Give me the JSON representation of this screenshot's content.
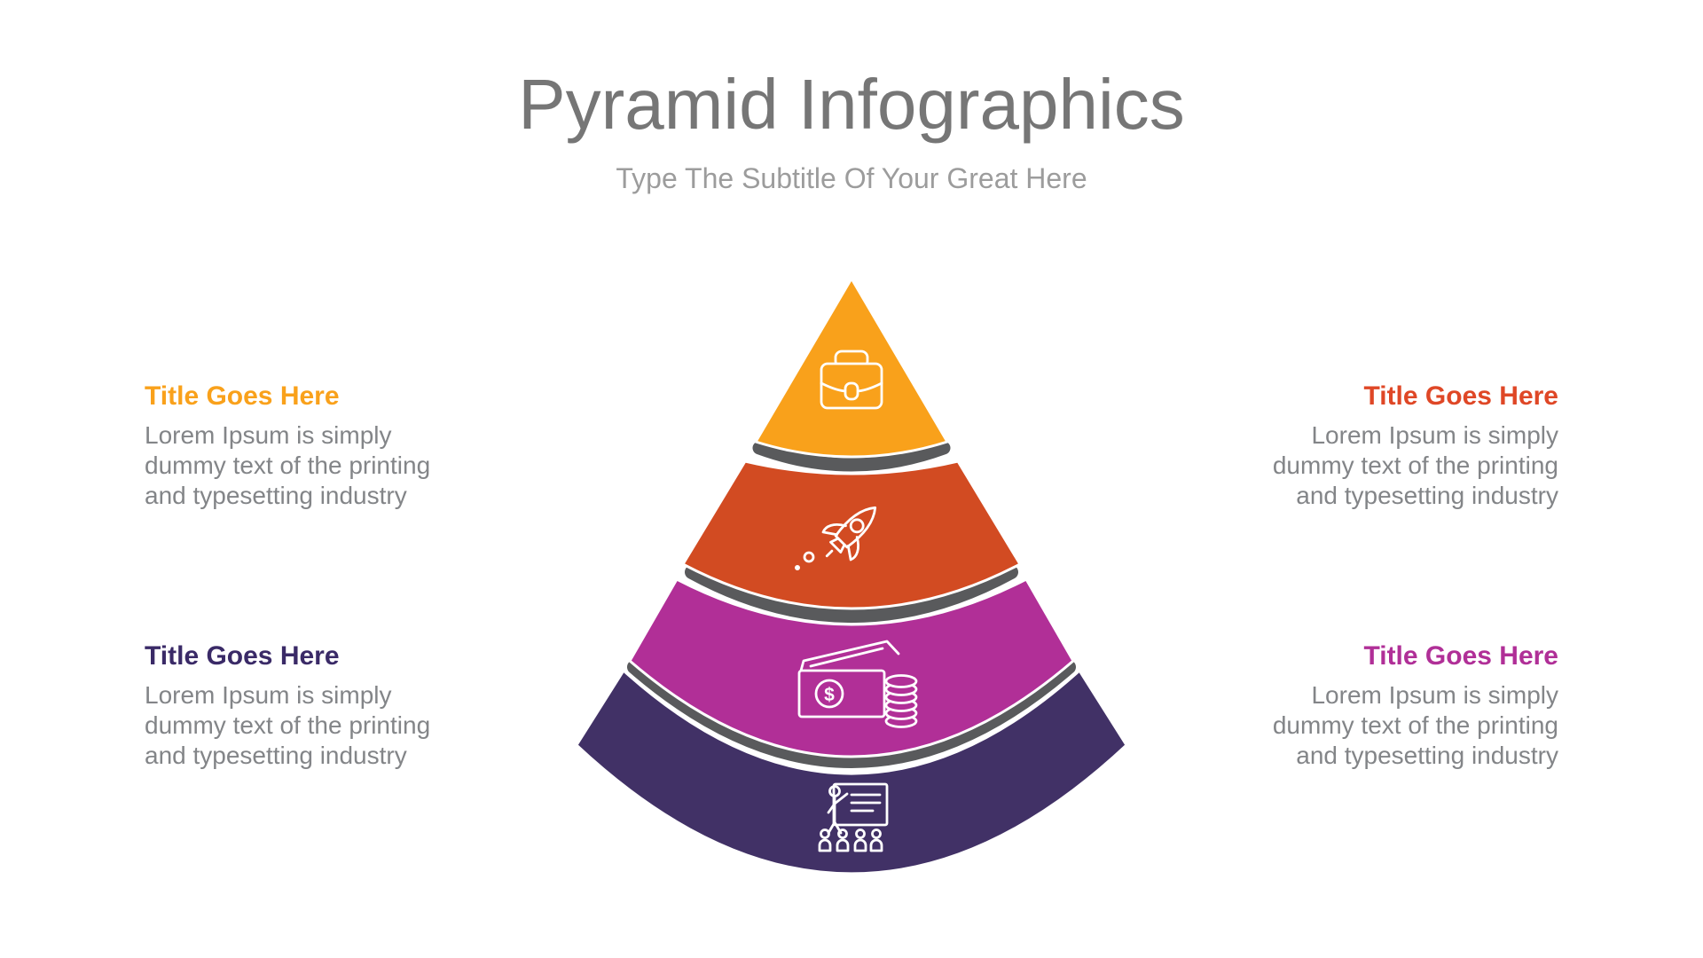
{
  "header": {
    "title": "Pyramid Infographics",
    "subtitle": "Type The Subtitle Of Your Great Here"
  },
  "blocks": [
    {
      "position": "left-top",
      "title": "Title Goes Here",
      "body": "Lorem Ipsum is simply\ndummy text of the printing\nand typesetting industry",
      "accent_color": "#F9A11B"
    },
    {
      "position": "right-top",
      "title": "Title Goes Here",
      "body": "Lorem Ipsum is simply\ndummy text of the printing\nand typesetting industry",
      "accent_color": "#DF4726"
    },
    {
      "position": "left-bottom",
      "title": "Title Goes Here",
      "body": "Lorem Ipsum is simply\ndummy text of the printing\nand typesetting industry",
      "accent_color": "#3A2A67"
    },
    {
      "position": "right-bottom",
      "title": "Title Goes Here",
      "body": "Lorem Ipsum is simply\ndummy text of the printing\nand typesetting industry",
      "accent_color": "#B02F97"
    }
  ],
  "pyramid": {
    "separator_color": "#595A5C",
    "icon_color": "#FFFFFF",
    "tiers": [
      {
        "level": 1,
        "icon": "briefcase-icon",
        "color": "#F9A11B"
      },
      {
        "level": 2,
        "icon": "rocket-icon",
        "color": "#D24B22"
      },
      {
        "level": 3,
        "icon": "money-icon",
        "color": "#B12F97"
      },
      {
        "level": 4,
        "icon": "presentation-icon",
        "color": "#413166"
      }
    ]
  }
}
